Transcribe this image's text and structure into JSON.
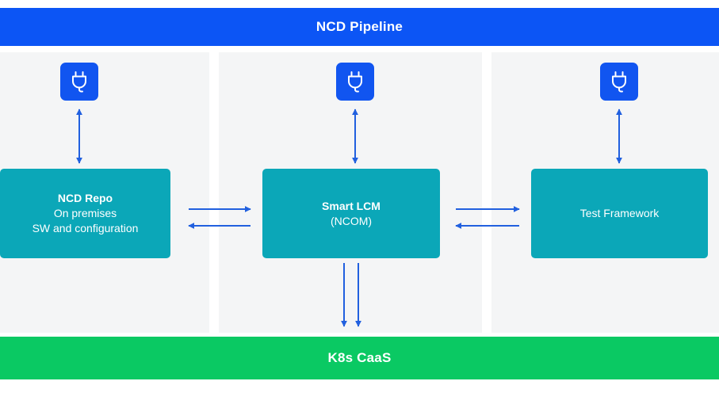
{
  "diagram": {
    "title": "NCD Pipeline",
    "header": {
      "label": "NCD Pipeline",
      "color": "#0c55f5"
    },
    "footer": {
      "label": "K8s CaaS",
      "color": "#0ac963"
    },
    "palette": {
      "node_teal": "#0ba7b8",
      "arrow_blue": "#2160df",
      "plug_blue": "#1155f0",
      "column_gray": "#f4f5f6",
      "text_white": "#ffffff"
    },
    "columns": [
      {
        "name": "left-column"
      },
      {
        "name": "middle-column"
      },
      {
        "name": "right-column"
      }
    ],
    "plugs": [
      {
        "name": "plug-left",
        "icon": "plug-icon"
      },
      {
        "name": "plug-middle",
        "icon": "plug-icon"
      },
      {
        "name": "plug-right",
        "icon": "plug-icon"
      }
    ],
    "nodes": [
      {
        "id": "ncd-repo",
        "title": "NCD Repo",
        "line2": "On premises",
        "line3": "SW and configuration"
      },
      {
        "id": "smart-lcm",
        "title": "Smart LCM",
        "line2": "(NCOM)"
      },
      {
        "id": "test-framework",
        "title": "Test Framework"
      }
    ],
    "connectors": [
      {
        "name": "plug-left-to-repo",
        "style": "double-headed-vertical"
      },
      {
        "name": "plug-middle-to-lcm",
        "style": "double-headed-vertical"
      },
      {
        "name": "plug-right-to-test",
        "style": "double-headed-vertical"
      },
      {
        "name": "repo-to-lcm",
        "style": "arrow-right"
      },
      {
        "name": "lcm-to-repo",
        "style": "arrow-left"
      },
      {
        "name": "lcm-to-test",
        "style": "arrow-right"
      },
      {
        "name": "test-to-lcm",
        "style": "arrow-left"
      },
      {
        "name": "lcm-to-caas-a",
        "style": "arrow-down"
      },
      {
        "name": "lcm-to-caas-b",
        "style": "arrow-down"
      }
    ]
  }
}
